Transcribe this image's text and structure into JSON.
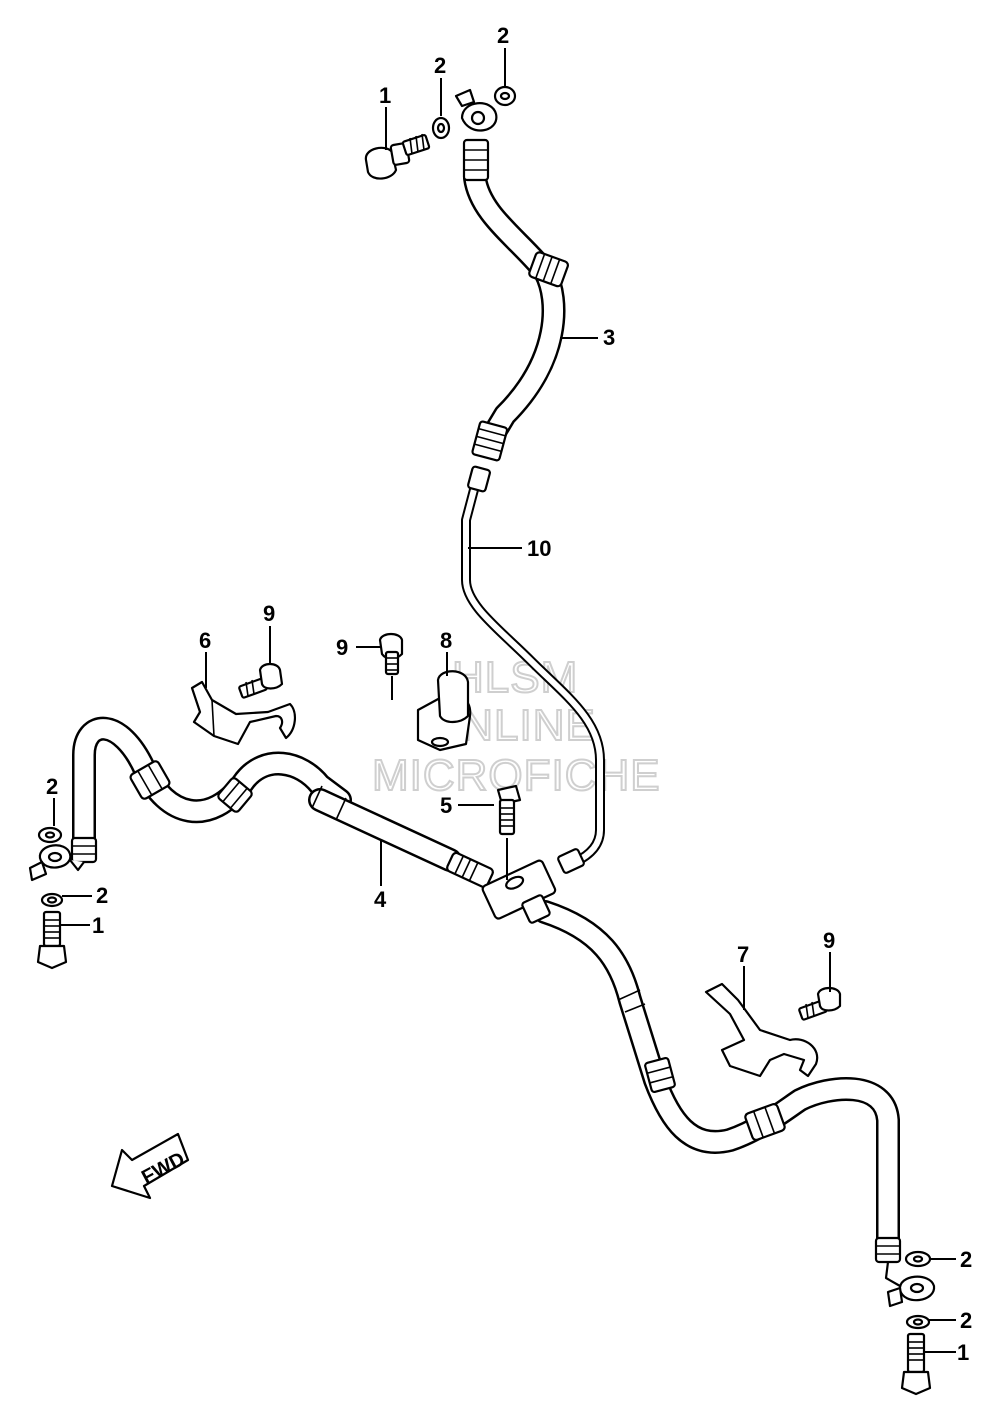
{
  "callouts": {
    "c1_top": "1",
    "c2_top_a": "2",
    "c2_top_b": "2",
    "c3": "3",
    "c10": "10",
    "c9_left": "9",
    "c6": "6",
    "c9_mid": "9",
    "c8": "8",
    "c2_left_a": "2",
    "c2_left_b": "2",
    "c1_left": "1",
    "c5": "5",
    "c4": "4",
    "c7": "7",
    "c9_right": "9",
    "c2_right_a": "2",
    "c2_right_b": "2",
    "c1_right": "1"
  },
  "fwd_label": "FWD",
  "watermark": {
    "line1": "HLSM",
    "line2": "ONLINE",
    "line3": "MICROFICHE"
  }
}
